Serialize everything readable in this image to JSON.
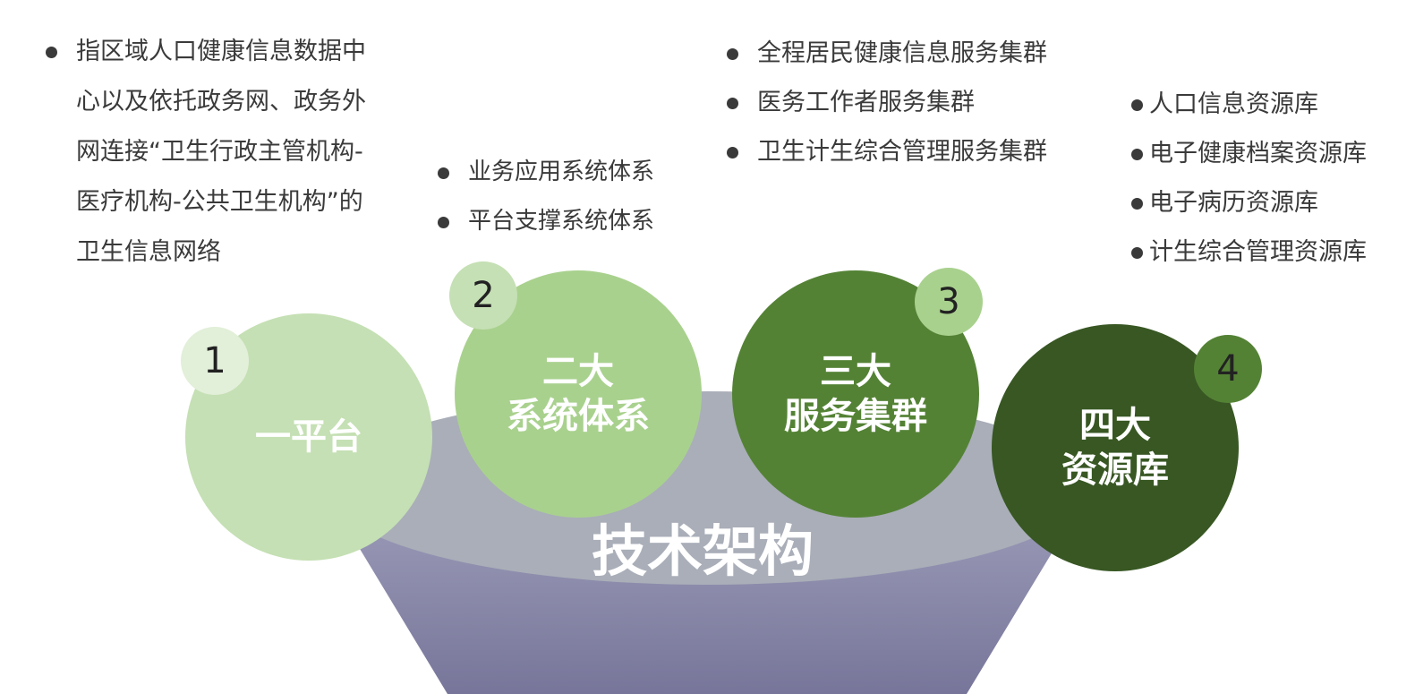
{
  "center_label": "技术架构",
  "items": [
    {
      "number": "1",
      "label_lines": [
        "一平台"
      ],
      "color": "#c5e0b4",
      "badge_color": "#e2efd9",
      "bullets": [
        "指区域人口健康信息数据中心以及依托政务网、政务外网连接“卫生行政主管机构-医疗机构-公共卫生机构”的卫生信息网络"
      ]
    },
    {
      "number": "2",
      "label_lines": [
        "二大",
        "系统体系"
      ],
      "color": "#a9d18e",
      "badge_color": "#c5e0b4",
      "bullets": [
        "业务应用系统体系",
        "平台支撑系统体系"
      ]
    },
    {
      "number": "3",
      "label_lines": [
        "三大",
        "服务集群"
      ],
      "color": "#548235",
      "badge_color": "#a9d18e",
      "bullets": [
        "全程居民健康信息服务集群",
        "医务工作者服务集群",
        "卫生计生综合管理服务集群"
      ]
    },
    {
      "number": "4",
      "label_lines": [
        "四大",
        "资源库"
      ],
      "color": "#385723",
      "badge_color": "#548235",
      "bullets": [
        "人口信息资源库",
        "电子健康档案资源库",
        "电子病历资源库",
        "计生综合管理资源库"
      ]
    }
  ]
}
